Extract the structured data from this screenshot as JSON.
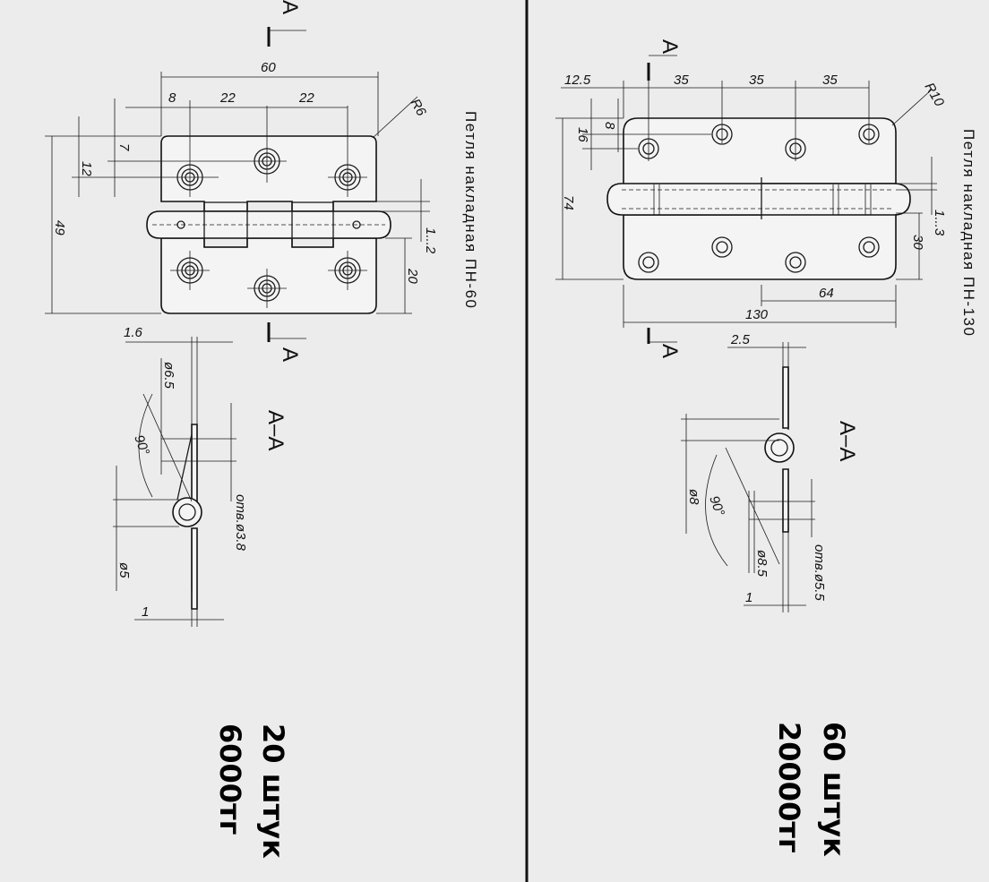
{
  "left": {
    "title": "Петля накладная ПН-60",
    "section_mark": "A",
    "section_title": "A–A",
    "dims": {
      "width": "60",
      "d8": "8",
      "d22a": "22",
      "d22b": "22",
      "h12": "12",
      "h7": "7",
      "h49": "49",
      "h20": "20",
      "radius": "R6",
      "gap": "1...2",
      "thick": "1.6",
      "dia65": "ø6.5",
      "angle": "90°",
      "dia5": "ø5",
      "hole": "oтв.ø3.8",
      "one": "1"
    },
    "quantity": "20 штук",
    "price": "6000тг"
  },
  "right": {
    "title": "Петля накладная ПН-130",
    "section_mark": "A",
    "section_title": "A–A",
    "dims": {
      "d125": "12.5",
      "d35a": "35",
      "d35b": "35",
      "d35c": "35",
      "radius": "R10",
      "h8": "8",
      "h16": "16",
      "h74": "74",
      "gap": "1...3",
      "h30": "30",
      "d64": "64",
      "d130": "130",
      "thick": "2.5",
      "dia8": "ø8",
      "angle": "90°",
      "dia85": "ø8.5",
      "one": "1",
      "hole": "oтв.ø5.5"
    },
    "quantity": "60 штук",
    "price": "20000тг"
  },
  "colors": {
    "background": "#ececec",
    "ink": "#111111"
  }
}
